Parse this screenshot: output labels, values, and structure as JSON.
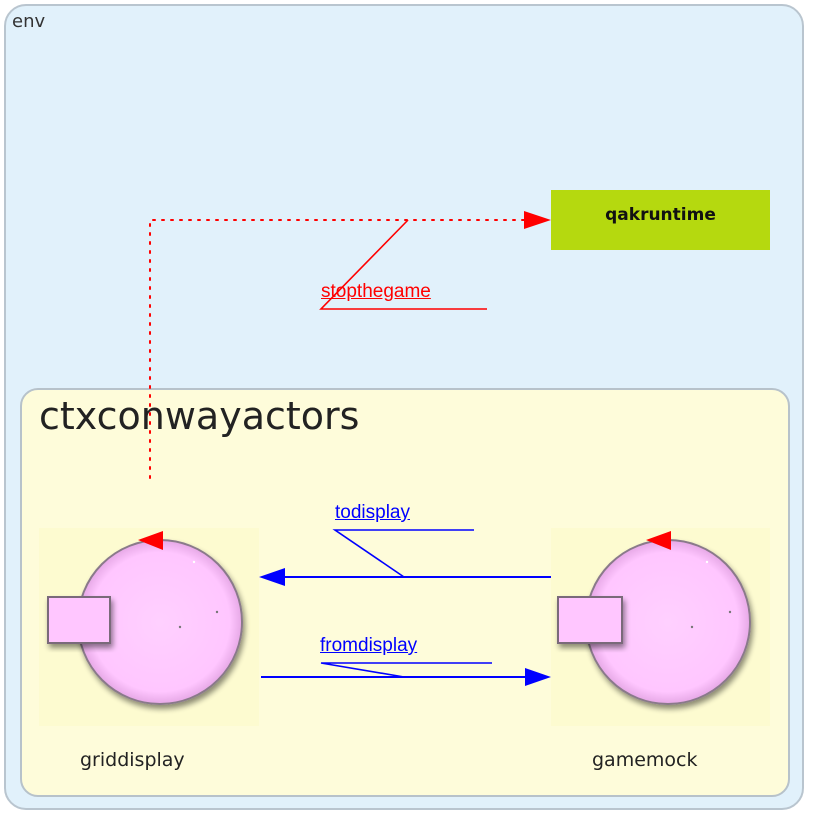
{
  "env": {
    "label": "env"
  },
  "context": {
    "label": "ctxconwayactors"
  },
  "nodes": {
    "qakruntime": {
      "label": "qakruntime",
      "color": "#b5d90f"
    },
    "griddisplay": {
      "label": "griddisplay"
    },
    "gamemock": {
      "label": "gamemock"
    }
  },
  "messages": {
    "stopthegame": {
      "label": "stopthegame",
      "color": "#ff0000"
    },
    "todisplay": {
      "label": "todisplay",
      "color": "#0000ff"
    },
    "fromdisplay": {
      "label": "fromdisplay",
      "color": "#0000ff"
    }
  },
  "colors": {
    "env_background": "#e1f1fb",
    "context_background": "#fefcda",
    "actor_fill": "#ffc8ff",
    "red_marker": "#ff0000"
  }
}
